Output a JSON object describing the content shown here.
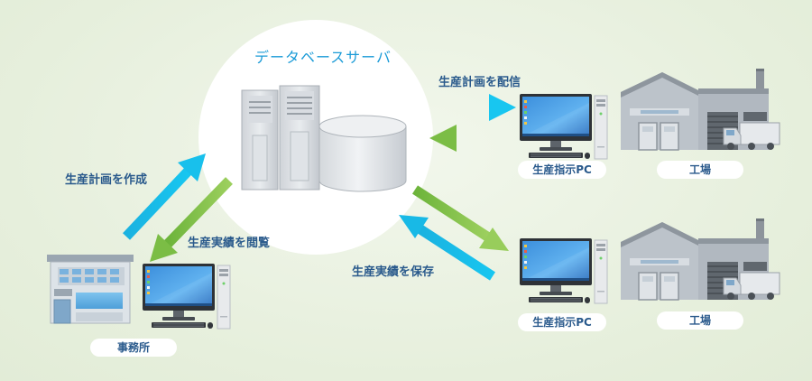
{
  "server": {
    "title": "データベースサーバ"
  },
  "office": {
    "label": "事務所"
  },
  "flows": {
    "create_plan": "生産計画を作成",
    "view_results": "生産実績を閲覧",
    "deliver_plan": "生産計画を配信",
    "save_results": "生産実績を保存"
  },
  "sites": [
    {
      "pc_label": "生産指示PC",
      "factory_label": "工場"
    },
    {
      "pc_label": "生産指示PC",
      "factory_label": "工場"
    }
  ],
  "colors": {
    "blue_arrow": "#14b7e4",
    "green_arrow": "#82c24b",
    "label_text": "#2a5a8c",
    "server_title": "#1b9bd7",
    "background": "#eaf2e2"
  },
  "icons": [
    "server-rack-icon",
    "database-cylinder-icon",
    "office-building-icon",
    "desktop-pc-icon",
    "factory-icon",
    "truck-icon",
    "arrow-icon"
  ]
}
